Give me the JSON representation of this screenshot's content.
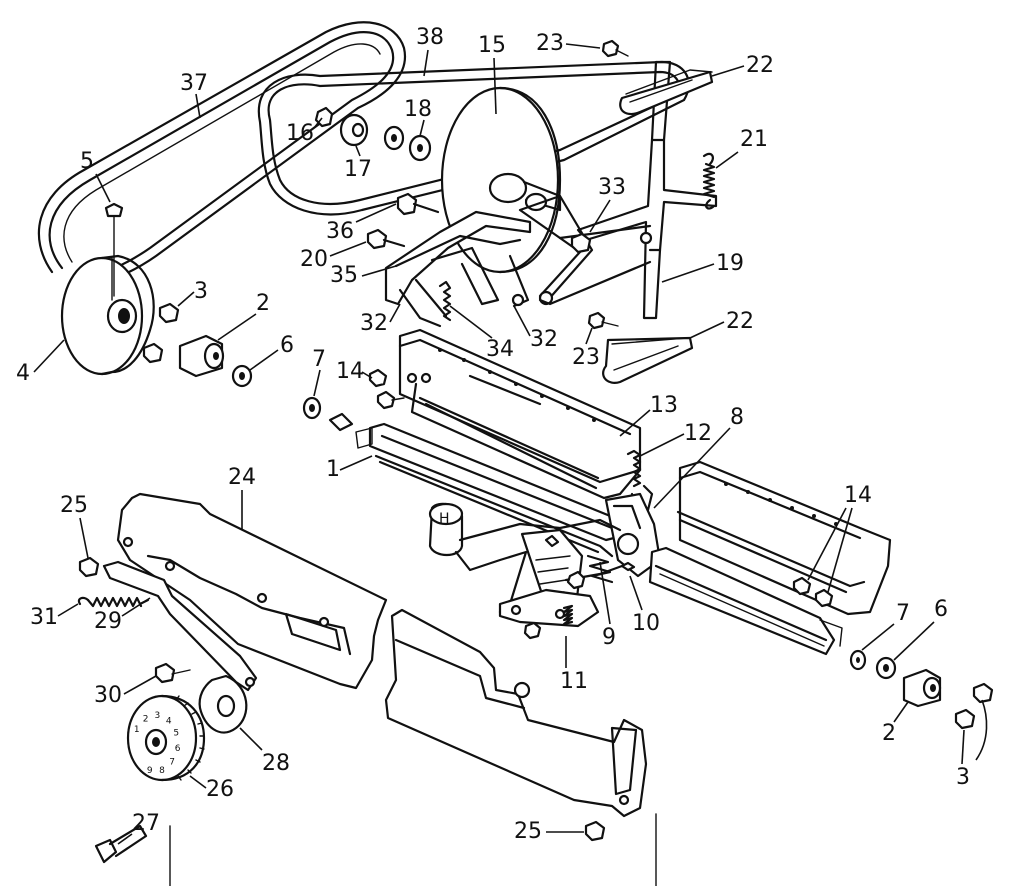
{
  "diagram": {
    "callouts": [
      {
        "id": "c37",
        "label": "37"
      },
      {
        "id": "c38",
        "label": "38"
      },
      {
        "id": "c15",
        "label": "15"
      },
      {
        "id": "c23a",
        "label": "23"
      },
      {
        "id": "c22a",
        "label": "22"
      },
      {
        "id": "c5",
        "label": "5"
      },
      {
        "id": "c16",
        "label": "16"
      },
      {
        "id": "c18",
        "label": "18"
      },
      {
        "id": "c17",
        "label": "17"
      },
      {
        "id": "c21",
        "label": "21"
      },
      {
        "id": "c33",
        "label": "33"
      },
      {
        "id": "c36",
        "label": "36"
      },
      {
        "id": "c20",
        "label": "20"
      },
      {
        "id": "c19",
        "label": "19"
      },
      {
        "id": "c35",
        "label": "35"
      },
      {
        "id": "c3a",
        "label": "3"
      },
      {
        "id": "c2a",
        "label": "2"
      },
      {
        "id": "c32a",
        "label": "32"
      },
      {
        "id": "c34",
        "label": "34"
      },
      {
        "id": "c32b",
        "label": "32"
      },
      {
        "id": "c22b",
        "label": "22"
      },
      {
        "id": "c4",
        "label": "4"
      },
      {
        "id": "c6a",
        "label": "6"
      },
      {
        "id": "c7a",
        "label": "7"
      },
      {
        "id": "c23b",
        "label": "23"
      },
      {
        "id": "c14a",
        "label": "14"
      },
      {
        "id": "c13",
        "label": "13"
      },
      {
        "id": "c12",
        "label": "12"
      },
      {
        "id": "c8",
        "label": "8"
      },
      {
        "id": "c1",
        "label": "1"
      },
      {
        "id": "c24",
        "label": "24"
      },
      {
        "id": "c14b",
        "label": "14"
      },
      {
        "id": "c25a",
        "label": "25"
      },
      {
        "id": "c7b",
        "label": "7"
      },
      {
        "id": "c6b",
        "label": "6"
      },
      {
        "id": "c31",
        "label": "31"
      },
      {
        "id": "c29",
        "label": "29"
      },
      {
        "id": "c10",
        "label": "10"
      },
      {
        "id": "c9",
        "label": "9"
      },
      {
        "id": "c30",
        "label": "30"
      },
      {
        "id": "c11",
        "label": "11"
      },
      {
        "id": "c2b",
        "label": "2"
      },
      {
        "id": "c28",
        "label": "28"
      },
      {
        "id": "c26",
        "label": "26"
      },
      {
        "id": "c3b",
        "label": "3"
      },
      {
        "id": "c27",
        "label": "27"
      },
      {
        "id": "c25b",
        "label": "25"
      }
    ],
    "lever_knob_letter": "H",
    "dial_numbers": [
      "1",
      "2",
      "3",
      "4",
      "5",
      "6",
      "7",
      "8",
      "9"
    ]
  }
}
